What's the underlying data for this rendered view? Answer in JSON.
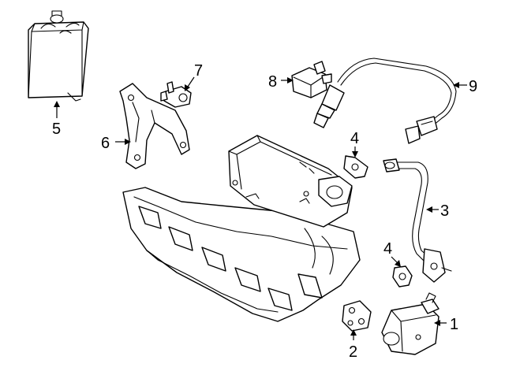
{
  "callouts": {
    "c1": "1",
    "c2": "2",
    "c3": "3",
    "c4a": "4",
    "c4b": "4",
    "c5": "5",
    "c6": "6",
    "c7": "7",
    "c8": "8",
    "c9": "9"
  },
  "colors": {
    "line": "#000000",
    "background": "#ffffff"
  }
}
